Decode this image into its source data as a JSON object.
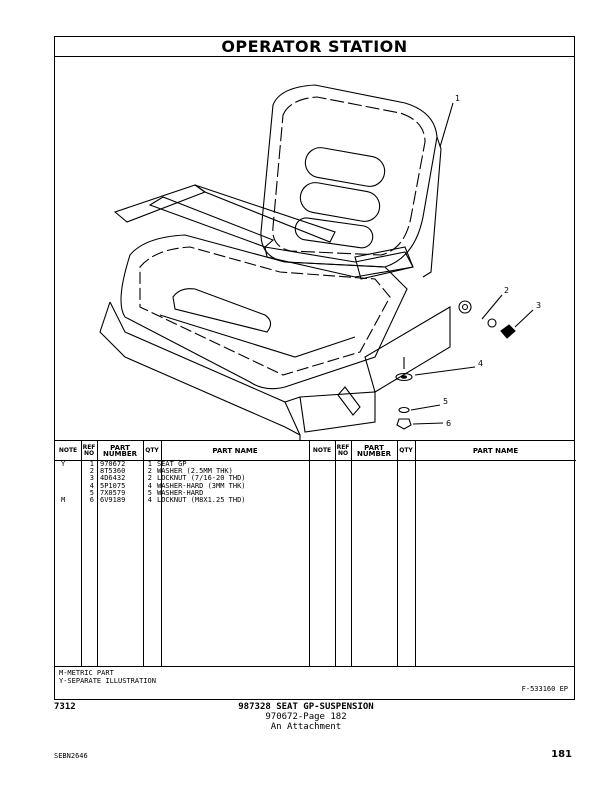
{
  "title": "OPERATOR STATION",
  "callouts": [
    "1",
    "2",
    "3",
    "4",
    "5",
    "6"
  ],
  "table": {
    "headers": {
      "note": "NOTE",
      "ref_no": "REF NO",
      "part_number": "PART NUMBER",
      "qty": "QTY",
      "part_name": "PART NAME"
    },
    "rows": [
      {
        "note": "Y",
        "ref": "1",
        "part_number": "970672",
        "qty": "1",
        "part_name": "SEAT GP"
      },
      {
        "note": "",
        "ref": "2",
        "part_number": "8T5360",
        "qty": "2",
        "part_name": "WASHER (2.5MM THK)"
      },
      {
        "note": "",
        "ref": "3",
        "part_number": "4D6432",
        "qty": "2",
        "part_name": "LOCKNUT (7/16-20 THD)"
      },
      {
        "note": "",
        "ref": "4",
        "part_number": "5P1075",
        "qty": "4",
        "part_name": "WASHER-HARD (3MM THK)"
      },
      {
        "note": "",
        "ref": "5",
        "part_number": "7X0579",
        "qty": "5",
        "part_name": "WASHER-HARD"
      },
      {
        "note": "M",
        "ref": "6",
        "part_number": "6V9189",
        "qty": "4",
        "part_name": "LOCKNUT (M8X1.25 THD)"
      }
    ]
  },
  "footnotes": [
    "M-METRIC PART",
    "Y-SEPARATE ILLUSTRATION"
  ],
  "figure_number": "F-533160 EP",
  "bottom": {
    "left_code": "7312",
    "group_title": "987328 SEAT GP-SUSPENSION",
    "page_ref": "970672-Page 182",
    "attachment": "An Attachment"
  },
  "doc_id": "SEBN2646",
  "page_number": "181"
}
